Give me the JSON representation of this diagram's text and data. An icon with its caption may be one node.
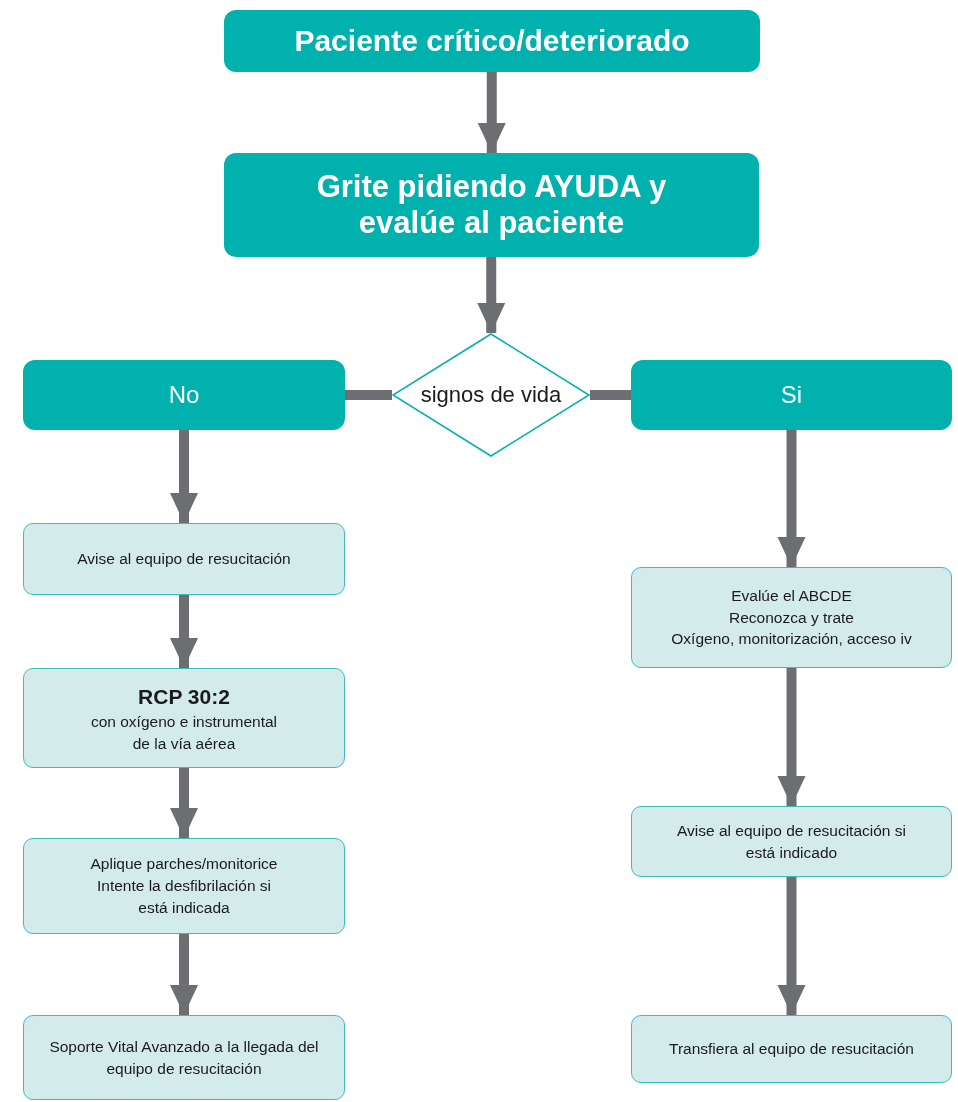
{
  "diagram": {
    "nodes": [
      {
        "text": [
          "Paciente crítico/deteriorado"
        ]
      },
      {
        "text": [
          "Grite pidiendo AYUDA y evalúe al paciente"
        ]
      },
      {
        "text": [
          "signos de vida"
        ]
      },
      {
        "text": [
          "No"
        ]
      },
      {
        "text": [
          "Si"
        ]
      },
      {
        "text": [
          "Avise al equipo de resucitación"
        ]
      },
      {
        "text": [
          "RCP 30:2",
          "con oxígeno e instrumental de la vía aérea"
        ]
      },
      {
        "text": [
          "Aplique parches/monitorice",
          "Intente la desfibrilación si está indicada"
        ]
      },
      {
        "text": [
          "Soporte Vital Avanzado a la llegada del equipo de resucitación"
        ]
      },
      {
        "text": [
          "Evalúe el ABCDE",
          "Reconozca y trate",
          "Oxígeno, monitorización, acceso iv"
        ]
      },
      {
        "text": [
          "Avise al equipo de resucitación si está indicado"
        ]
      },
      {
        "text": [
          "Transfiera al equipo de resucitación"
        ]
      }
    ],
    "edges": [
      {
        "from": 0,
        "to": 1,
        "arrow": "to"
      },
      {
        "from": 1,
        "to": 2,
        "arrow": "to"
      },
      {
        "from": 2,
        "to": 3,
        "arrow": "none"
      },
      {
        "from": 2,
        "to": 4,
        "arrow": "none"
      },
      {
        "from": 3,
        "to": 5,
        "arrow": "to"
      },
      {
        "from": 5,
        "to": 6,
        "arrow": "to"
      },
      {
        "from": 6,
        "to": 7,
        "arrow": "to"
      },
      {
        "from": 7,
        "to": 8,
        "arrow": "to"
      },
      {
        "from": 4,
        "to": 9,
        "arrow": "to"
      },
      {
        "from": 9,
        "to": 10,
        "arrow": "to"
      },
      {
        "from": 10,
        "to": 11,
        "arrow": "to"
      }
    ]
  }
}
